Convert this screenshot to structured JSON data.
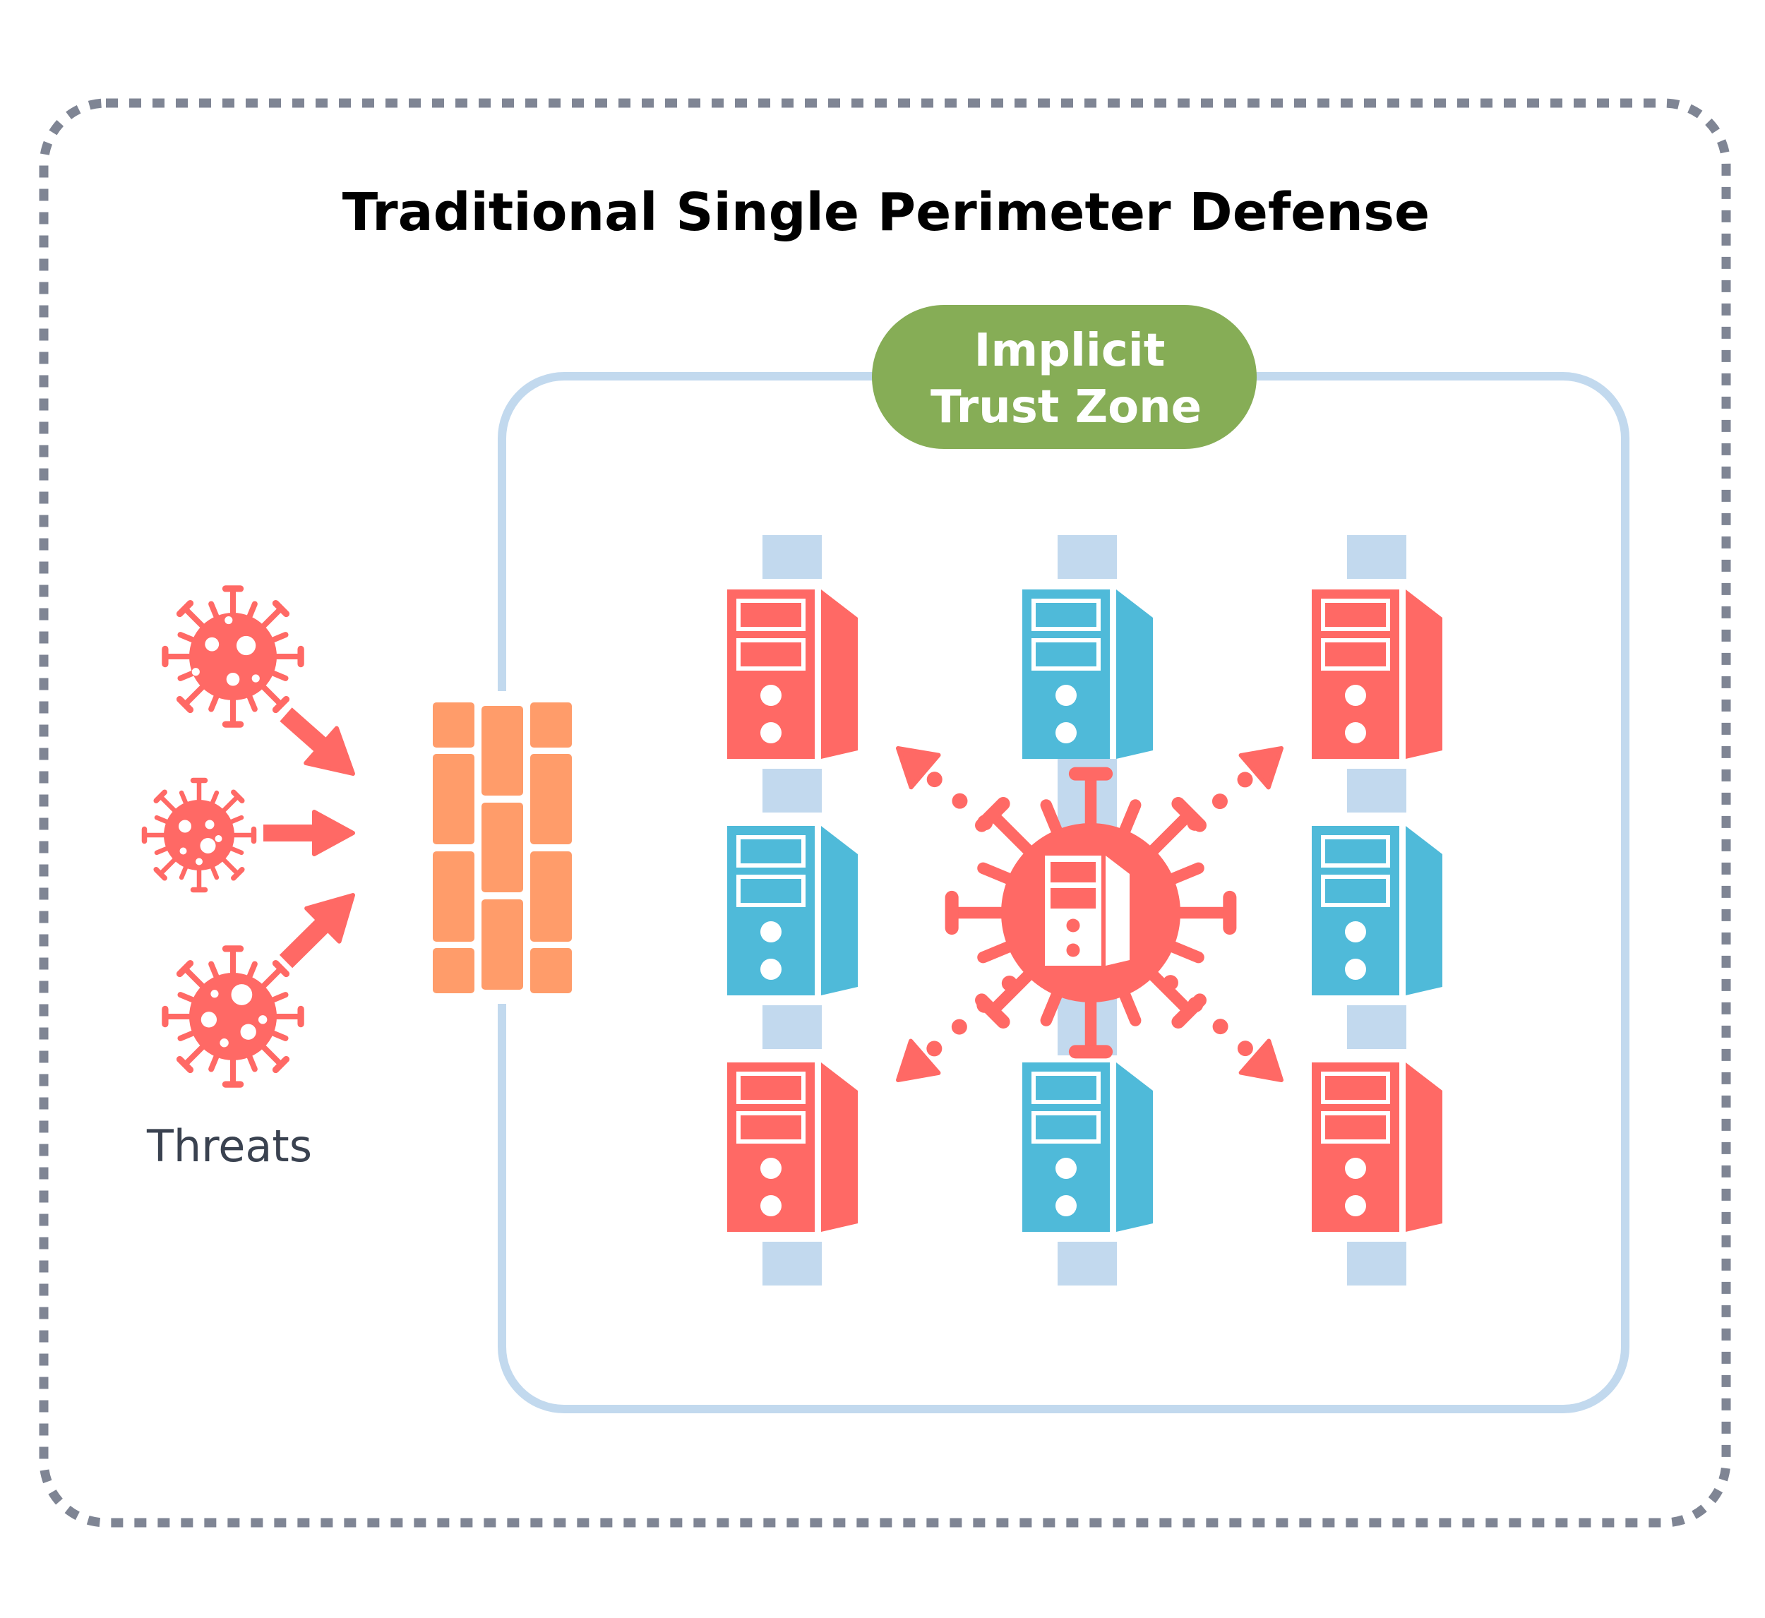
{
  "title": "Traditional Single Perimeter Defense",
  "trust_zone": {
    "label_line1": "Implicit",
    "label_line2": "Trust Zone"
  },
  "threats": {
    "label": "Threats",
    "count": 3,
    "arrow_direction": "toward-firewall"
  },
  "firewall": {
    "name": "perimeter-firewall",
    "icon": "brick-wall-icon"
  },
  "servers": {
    "grid": {
      "columns": 3,
      "rows": 3
    },
    "items": [
      {
        "col": 0,
        "row": 0,
        "status": "compromised"
      },
      {
        "col": 1,
        "row": 0,
        "status": "safe"
      },
      {
        "col": 2,
        "row": 0,
        "status": "compromised"
      },
      {
        "col": 0,
        "row": 1,
        "status": "safe"
      },
      {
        "col": 1,
        "row": 1,
        "status": "infected-source"
      },
      {
        "col": 2,
        "row": 1,
        "status": "safe"
      },
      {
        "col": 0,
        "row": 2,
        "status": "compromised"
      },
      {
        "col": 1,
        "row": 2,
        "status": "safe"
      },
      {
        "col": 2,
        "row": 2,
        "status": "compromised"
      }
    ]
  },
  "lateral_spread": {
    "directions": [
      "up-left",
      "up-right",
      "down-left",
      "down-right"
    ],
    "style": "dotted-arrow"
  },
  "colors": {
    "threat_red": "#ff6965",
    "safe_blue": "#4fbad9",
    "firewall_orange": "#ff9c6a",
    "trust_green": "#86ad56",
    "zone_border": "#c2d9ee",
    "connector": "#c2d9ee",
    "outer_dashed": "#7f8594",
    "label_text": "#3a4250",
    "title_text": "#000000",
    "pill_text": "#ffffff"
  }
}
